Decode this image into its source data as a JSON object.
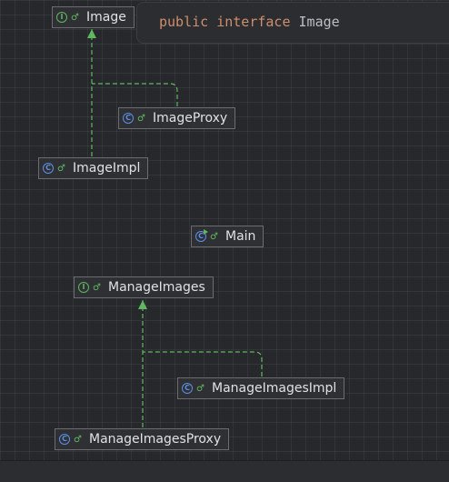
{
  "tooltip": {
    "keyword1": "public",
    "keyword2": "interface",
    "name": "Image"
  },
  "nodes": {
    "image": {
      "label": "Image",
      "kind": "interface",
      "badge": "I"
    },
    "image_proxy": {
      "label": "ImageProxy",
      "kind": "class",
      "badge": "C"
    },
    "image_impl": {
      "label": "ImageImpl",
      "kind": "class",
      "badge": "C"
    },
    "main": {
      "label": "Main",
      "kind": "class-main",
      "badge": "C"
    },
    "manage_images": {
      "label": "ManageImages",
      "kind": "interface",
      "badge": "I"
    },
    "manage_images_impl": {
      "label": "ManageImagesImpl",
      "kind": "class",
      "badge": "C"
    },
    "manage_images_proxy": {
      "label": "ManageImagesProxy",
      "kind": "class",
      "badge": "C"
    }
  },
  "visibility_icon": "♂",
  "edges": [
    {
      "from": "ImageProxy",
      "to": "Image",
      "type": "implements"
    },
    {
      "from": "ImageImpl",
      "to": "Image",
      "type": "implements"
    },
    {
      "from": "ManageImagesImpl",
      "to": "ManageImages",
      "type": "implements"
    },
    {
      "from": "ManageImagesProxy",
      "to": "ManageImages",
      "type": "implements"
    }
  ],
  "colors": {
    "background": "#27282b",
    "node_fill": "#2f3034",
    "node_border": "#6a6c72",
    "edge": "#5fb760",
    "interface_badge": "#5fb760",
    "class_badge": "#5d8fe6",
    "keyword": "#cf8e6d"
  }
}
